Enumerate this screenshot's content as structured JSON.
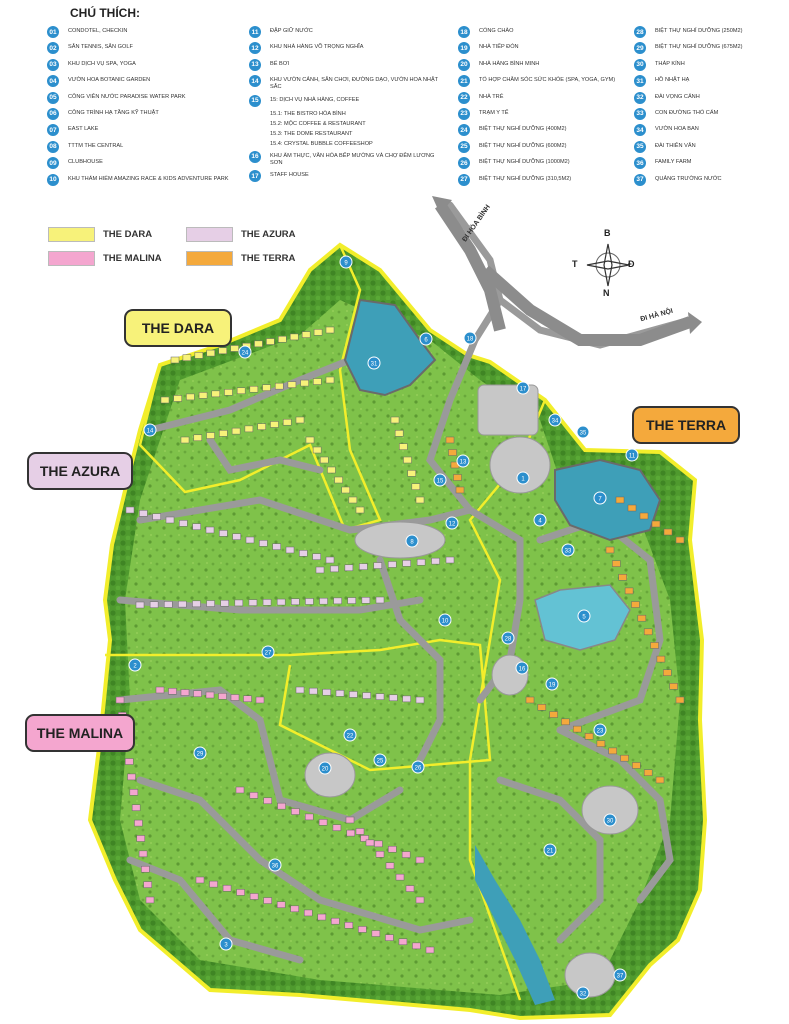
{
  "legend": {
    "title": "CHÚ THÍCH:",
    "col1": [
      {
        "n": "01",
        "t": "CONDOTEL, CHECKIN"
      },
      {
        "n": "02",
        "t": "SÂN TENNIS, SÂN GOLF"
      },
      {
        "n": "03",
        "t": "KHU DỊCH VỤ SPA, YOGA"
      },
      {
        "n": "04",
        "t": "VƯỜN HOA BOTANIC GARDEN"
      },
      {
        "n": "05",
        "t": "CÔNG VIÊN NƯỚC PARADISE WATER PARK"
      },
      {
        "n": "06",
        "t": "CÔNG TRÌNH HẠ TẦNG KỸ THUẬT"
      },
      {
        "n": "07",
        "t": "EAST LAKE"
      },
      {
        "n": "08",
        "t": "TTTM THE CENTRAL"
      },
      {
        "n": "09",
        "t": "CLUBHOUSE"
      },
      {
        "n": "10",
        "t": "KHU THÁM HIỂM AMAZING RACE & KIDS ADVENTURE PARK"
      }
    ],
    "col2": [
      {
        "n": "11",
        "t": "ĐẬP GIỮ NƯỚC"
      },
      {
        "n": "12",
        "t": "KHU NHÀ HÀNG VÕ TRỌNG NGHĨA"
      },
      {
        "n": "13",
        "t": "BỂ BƠI"
      },
      {
        "n": "14",
        "t": "KHU VƯỜN CẢNH, SÂN CHƠI, ĐƯỜNG DẠO, VƯỜN HOA NHẬT SẮC"
      },
      {
        "n": "15",
        "t": "15: DỊCH VỤ NHÀ HÀNG, COFFEE"
      }
    ],
    "col2_sub": [
      "15.1: THE BISTRO HÒA BÌNH",
      "15.2: MỘC COFFEE & RESTAURANT",
      "15.3: THE DOME RESTAURANT",
      "15.4: CRYSTAL BUBBLE COFFEESHOP"
    ],
    "col2b": [
      {
        "n": "16",
        "t": "KHU ẨM THỰC, VĂN HÓA BẾP MƯỜNG VÀ CHỢ ĐÊM LƯƠNG SƠN"
      },
      {
        "n": "17",
        "t": "STAFF HOUSE"
      }
    ],
    "col3": [
      {
        "n": "18",
        "t": "CỔNG CHÀO"
      },
      {
        "n": "19",
        "t": "NHÀ TIẾP ĐÓN"
      },
      {
        "n": "20",
        "t": "NHÀ HÀNG BÌNH MINH"
      },
      {
        "n": "21",
        "t": "TỔ HỢP CHĂM SÓC SỨC KHỎE (SPA, YOGA, GYM)"
      },
      {
        "n": "22",
        "t": "NHÀ TRẺ"
      },
      {
        "n": "23",
        "t": "TRẠM Y TẾ"
      },
      {
        "n": "24",
        "t": "BIỆT THỰ NGHỈ DƯỠNG (400M2)"
      },
      {
        "n": "25",
        "t": "BIỆT THỰ NGHỈ DƯỠNG (600M2)"
      },
      {
        "n": "26",
        "t": "BIỆT THỰ NGHỈ DƯỠNG (1000M2)"
      },
      {
        "n": "27",
        "t": "BIỆT THỰ NGHỈ DƯỠNG  (310,5M2)"
      }
    ],
    "col4": [
      {
        "n": "28",
        "t": "BIỆT THỰ NGHỈ DƯỠNG (250M2)"
      },
      {
        "n": "29",
        "t": "BIỆT THỰ NGHỈ DƯỠNG  (675M2)"
      },
      {
        "n": "30",
        "t": "THÁP KÍNH"
      },
      {
        "n": "31",
        "t": "HỒ NHẬT HẠ"
      },
      {
        "n": "32",
        "t": "ĐÀI VỌNG CẢNH"
      },
      {
        "n": "33",
        "t": "CON ĐƯỜNG THỔ CẨM"
      },
      {
        "n": "34",
        "t": "VƯỜN HOA BAN"
      },
      {
        "n": "35",
        "t": "ĐÀI THIÊN VĂN"
      },
      {
        "n": "36",
        "t": "FAMILY FARM"
      },
      {
        "n": "37",
        "t": "QUẢNG TRƯỜNG NƯỚC"
      }
    ]
  },
  "zones": {
    "dara": {
      "label": "THE DARA",
      "color": "#f7f27a"
    },
    "azura": {
      "label": "THE AZURA",
      "color": "#e6cfe6"
    },
    "malina": {
      "label": "THE MALINA",
      "color": "#f4a6cf"
    },
    "terra": {
      "label": "THE TERRA",
      "color": "#f4a93c"
    }
  },
  "callouts": {
    "dara": {
      "label": "THE DARA",
      "color": "#f7f27a"
    },
    "azura": {
      "label": "THE AZURA",
      "color": "#e6cfe6"
    },
    "terra": {
      "label": "THE TERRA",
      "color": "#f4a93c"
    },
    "malina": {
      "label": "THE MALINA",
      "color": "#f4a6cf"
    }
  },
  "roads": {
    "hoa_binh": "ĐI HÒA BÌNH",
    "ha_noi": "ĐI HÀ NỘI"
  },
  "compass": {
    "n": "B",
    "s": "N",
    "w": "T",
    "e": "Đ"
  },
  "map_markers": [
    "18",
    "17",
    "31",
    "1",
    "7",
    "11",
    "8",
    "5",
    "14",
    "24",
    "26",
    "27",
    "28",
    "29",
    "30",
    "32",
    "33",
    "34",
    "35",
    "15",
    "4",
    "3",
    "2",
    "9",
    "6",
    "13",
    "12",
    "16",
    "19",
    "20",
    "21",
    "22",
    "23",
    "10",
    "25",
    "36",
    "37"
  ]
}
